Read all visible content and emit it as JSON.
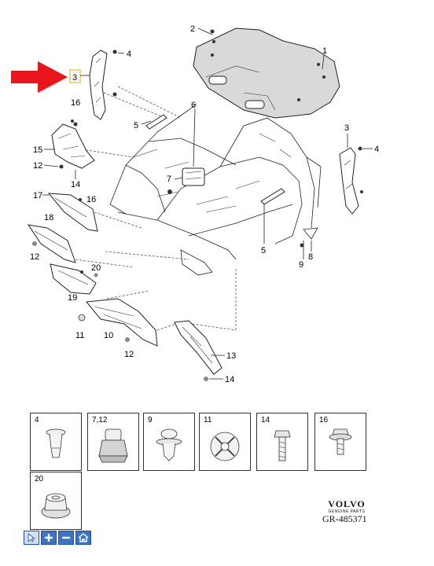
{
  "diagram": {
    "callouts": [
      "1",
      "2",
      "3",
      "4",
      "5",
      "6",
      "7",
      "8",
      "9",
      "11",
      "10",
      "12",
      "13",
      "14",
      "15",
      "16",
      "17",
      "18",
      "19",
      "20"
    ],
    "labels": {
      "n1": "1",
      "n2": "2",
      "n3a": "3",
      "n3b": "3",
      "n4a": "4",
      "n4b": "4",
      "n5a": "5",
      "n5b": "5",
      "n6": "6",
      "n7": "7",
      "n8": "8",
      "n9": "9",
      "n10": "10",
      "n11": "11",
      "n12a": "12",
      "n12b": "12",
      "n12c": "12",
      "n13": "13",
      "n14a": "14",
      "n14b": "14",
      "n15": "15",
      "n16a": "16",
      "n16b": "16",
      "n17": "17",
      "n18": "18",
      "n19": "19",
      "n20": "20"
    },
    "highlight_color": "#e8161b",
    "highlight_box_color": "#f2b23a"
  },
  "fasteners": [
    {
      "label": "4",
      "icon": "push-rivet-icon"
    },
    {
      "label": "7,12",
      "icon": "clip-nut-icon"
    },
    {
      "label": "9",
      "icon": "plastic-clip-icon"
    },
    {
      "label": "11",
      "icon": "washer-icon"
    },
    {
      "label": "14",
      "icon": "bolt-icon"
    },
    {
      "label": "16",
      "icon": "flange-bolt-icon"
    },
    {
      "label": "20",
      "icon": "flange-nut-icon"
    }
  ],
  "brand": {
    "logo": "VOLVO",
    "sub": "GENUINE PARTS"
  },
  "reference": "GR-485371",
  "toolbar": [
    {
      "name": "pointer-tool-button",
      "icon": "pointer-icon",
      "glyph": "⬉"
    },
    {
      "name": "zoom-in-button",
      "icon": "plus-icon",
      "glyph": "+"
    },
    {
      "name": "zoom-out-button",
      "icon": "minus-icon",
      "glyph": "−"
    },
    {
      "name": "home-button",
      "icon": "home-icon",
      "glyph": "⌂"
    }
  ]
}
